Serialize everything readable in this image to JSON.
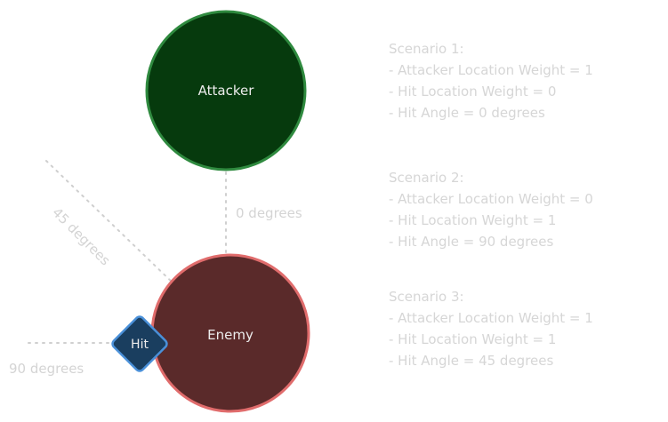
{
  "nodes": {
    "attacker": {
      "label": "Attacker",
      "fill": "#063a0d",
      "stroke": "#2f8a3f"
    },
    "enemy": {
      "label": "Enemy",
      "fill": "#5a2a2a",
      "stroke": "#e06c6c"
    },
    "hit": {
      "label": "Hit",
      "fill": "#1a3e5f",
      "stroke": "#4a90d9"
    }
  },
  "angles": {
    "zero": "0 degrees",
    "forty_five": "45 degrees",
    "ninety": "90 degrees"
  },
  "scenarios": [
    {
      "title": "Scenario 1:",
      "lines": [
        "- Attacker Location Weight = 1",
        "- Hit Location Weight = 0",
        "- Hit Angle = 0 degrees"
      ]
    },
    {
      "title": "Scenario 2:",
      "lines": [
        "- Attacker Location Weight = 0",
        "- Hit Location Weight = 1",
        "- Hit Angle = 90 degrees"
      ]
    },
    {
      "title": "Scenario 3:",
      "lines": [
        "- Attacker Location Weight = 1",
        "- Hit Location Weight = 1",
        "- Hit Angle = 45 degrees"
      ]
    }
  ]
}
